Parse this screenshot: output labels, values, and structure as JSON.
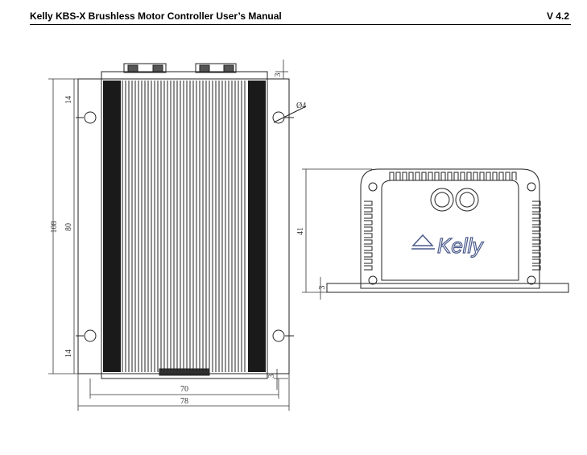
{
  "header": {
    "title": "Kelly KBS-X Brushless Motor Controller User’s Manual",
    "version": "V 4.2"
  },
  "dimensions": {
    "height_total": "108",
    "height_holes": "80",
    "edge_top": "14",
    "edge_bottom": "14",
    "width_body": "70",
    "width_total": "78",
    "offset_top": "3",
    "offset_bottom": "3",
    "hole_diameter": "Ø4",
    "side_height": "41",
    "side_base": "3"
  },
  "logo": {
    "brand_text": "Kelly"
  }
}
